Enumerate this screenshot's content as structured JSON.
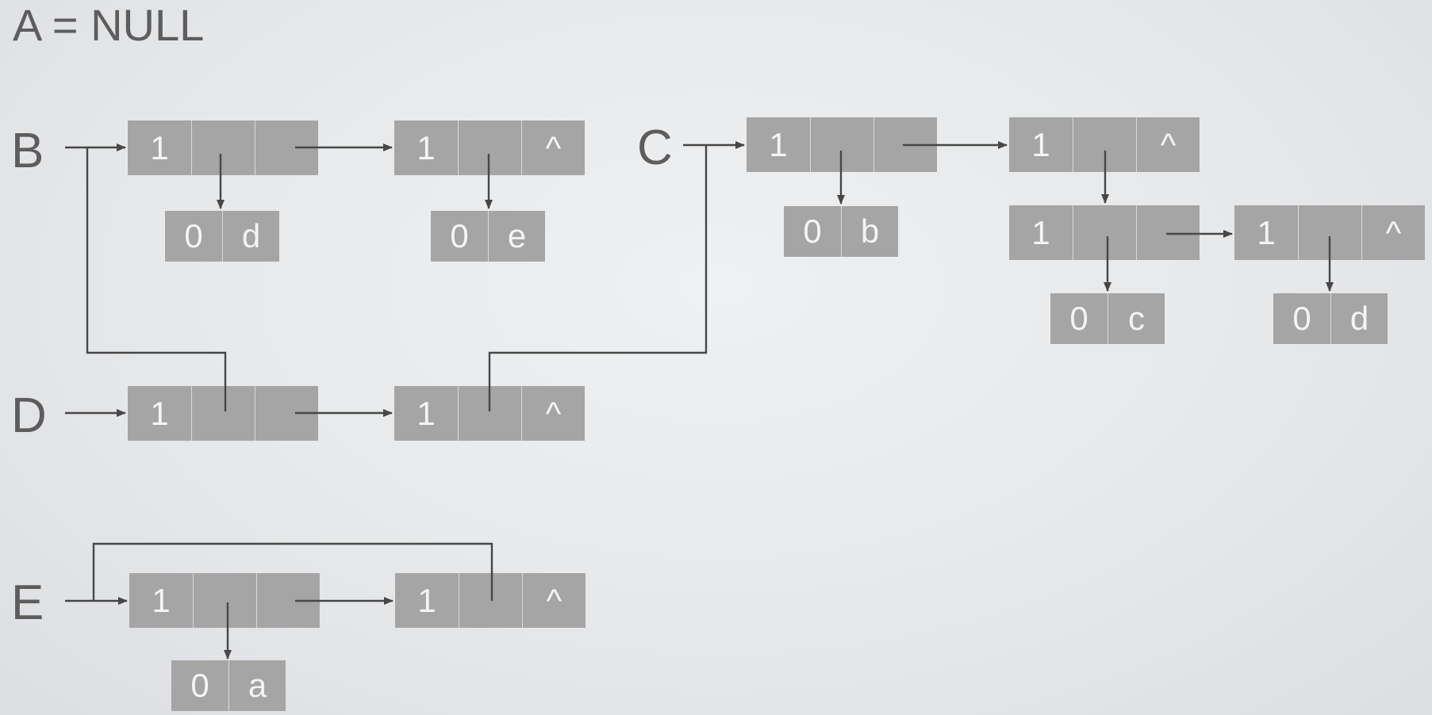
{
  "title": "A = NULL",
  "lists": {
    "B": "B",
    "C": "C",
    "D": "D",
    "E": "E"
  },
  "nodes": {
    "b1": [
      "1",
      "",
      ""
    ],
    "b2": [
      "1",
      "",
      "^"
    ],
    "b_atom_d": [
      "0",
      "d"
    ],
    "b_atom_e": [
      "0",
      "e"
    ],
    "c1": [
      "1",
      "",
      ""
    ],
    "c2": [
      "1",
      "",
      "^"
    ],
    "c3": [
      "1",
      "",
      ""
    ],
    "c4": [
      "1",
      "",
      "^"
    ],
    "c_atom_b": [
      "0",
      "b"
    ],
    "c_atom_c": [
      "0",
      "c"
    ],
    "c_atom_d": [
      "0",
      "d"
    ],
    "d1": [
      "1",
      "",
      ""
    ],
    "d2": [
      "1",
      "",
      "^"
    ],
    "e1": [
      "1",
      "",
      ""
    ],
    "e2": [
      "1",
      "",
      "^"
    ],
    "e_atom_a": [
      "0",
      "a"
    ]
  }
}
